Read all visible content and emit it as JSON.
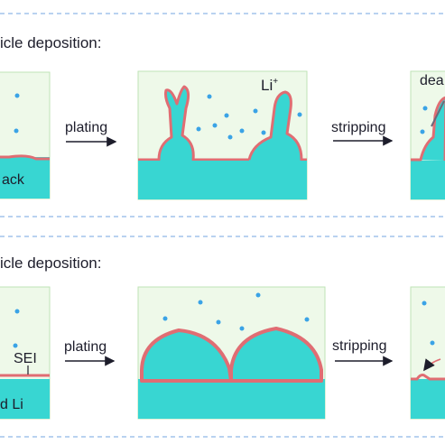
{
  "panel_top": {
    "heading": "icle deposition:",
    "left_label": "ack",
    "arrow_plating": "plating",
    "arrow_stripping": "stripping",
    "ion_label": "Li",
    "ion_charge": "+",
    "right_label": "dea"
  },
  "panel_bottom": {
    "heading": "icle deposition:",
    "left_label_sei": "SEI",
    "left_label_li": "d Li",
    "arrow_plating": "plating",
    "arrow_stripping": "stripping"
  },
  "colors": {
    "frame_border": "#8fb8e6",
    "box_bg": "#eef9e9",
    "substrate": "#38d6d2",
    "sei": "#e06d73",
    "dot": "#3aa3e6",
    "text": "#1d1d2b"
  }
}
